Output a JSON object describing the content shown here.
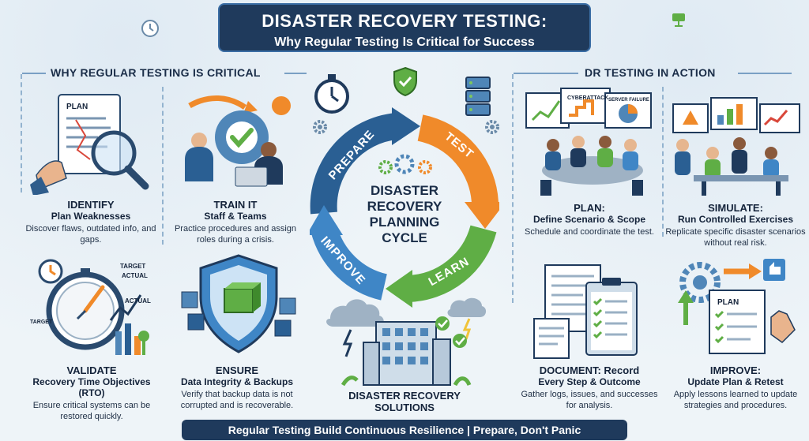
{
  "header": {
    "title": "DISASTER RECOVERY TESTING:",
    "subtitle": "Why Regular Testing Is Critical for Success"
  },
  "left_section": {
    "title": "WHY REGULAR TESTING IS CRITICAL",
    "cards": [
      {
        "heading": "IDENTIFY",
        "subheading": "Plan Weaknesses",
        "desc": "Discover flaws, outdated info, and gaps."
      },
      {
        "heading": "TRAIN IT",
        "subheading": "Staff & Teams",
        "desc": "Practice procedures and assign roles during a crisis."
      },
      {
        "heading": "VALIDATE",
        "subheading": "Recovery Time Objectives (RTO)",
        "desc": "Ensure critical systems can be restored quickly."
      },
      {
        "heading": "ENSURE",
        "subheading": "Data Integrity & Backups",
        "desc": "Verify that backup data is not corrupted and is recoverable."
      }
    ],
    "illus_labels": {
      "plan_doc": "PLAN",
      "target_top": "TARGET",
      "actual_top": "ACTUAL",
      "actual_mid": "ACTUAL",
      "target_low": "TARGET"
    }
  },
  "center": {
    "cycle_title": "DISASTER RECOVERY PLANNING CYCLE",
    "cycle_lines": [
      "DISASTER",
      "RECOVERY",
      "PLANNING",
      "CYCLE"
    ],
    "arcs": [
      "PREPARE",
      "TEST",
      "LEARN",
      "IMPROVE"
    ],
    "solutions": "DISASTER RECOVERY SOLUTIONS",
    "solutions_lines": [
      "DISASTER RECOVERY",
      "SOLUTIONS"
    ]
  },
  "right_section": {
    "title": "DR TESTING IN ACTION",
    "cards": [
      {
        "heading": "PLAN:",
        "subheading": "Define Scenario & Scope",
        "desc": "Schedule and coordinate the test."
      },
      {
        "heading": "SIMULATE:",
        "subheading": "Run Controlled Exercises",
        "desc": "Replicate specific disaster scenarios without real risk."
      },
      {
        "heading": "DOCUMENT: Record",
        "subheading": "Every Step & Outcome",
        "desc": "Gather logs, issues, and successes for analysis."
      },
      {
        "heading": "IMPROVE:",
        "subheading": "Update Plan & Retest",
        "desc": "Apply lessons learned to update strategies and procedures."
      }
    ],
    "illus_labels": {
      "screen1": "CYBERATTACK",
      "screen2": "SERVER FAILURE",
      "plan_doc": "PLAN"
    }
  },
  "footer": "Regular Testing Build Continuous Resilience | Prepare, Don't Panic",
  "colors": {
    "navy": "#1f3a5c",
    "prepare": "#2a5f93",
    "test": "#f08a2a",
    "learn": "#5fae45",
    "improve": "#3f86c6"
  }
}
